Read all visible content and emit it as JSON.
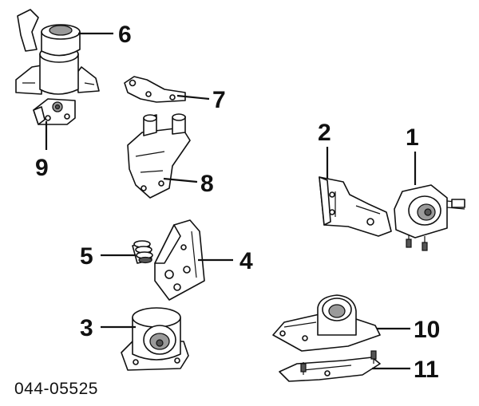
{
  "callouts": {
    "c1": "1",
    "c2": "2",
    "c3": "3",
    "c4": "4",
    "c5": "5",
    "c6": "6",
    "c7": "7",
    "c8": "8",
    "c9": "9",
    "c10": "10",
    "c11": "11"
  },
  "diagram_code": "044-05525"
}
